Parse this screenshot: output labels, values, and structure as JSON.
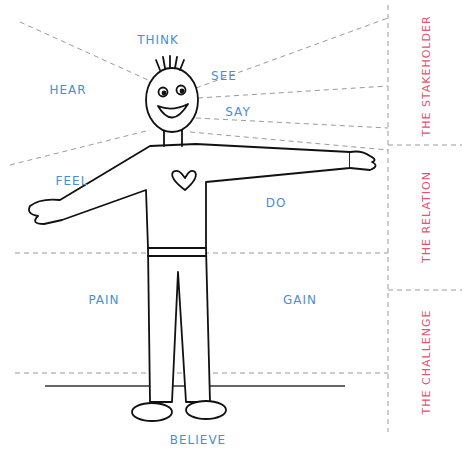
{
  "diagram": {
    "labels": [
      "THINK",
      "HEAR",
      "SEE",
      "SAY",
      "FEEL",
      "DO",
      "PAIN",
      "GAIN",
      "BELIEVE",
      "THE STAKEHOLDER",
      "THE RELATION",
      "THE CHALLENGE"
    ]
  }
}
